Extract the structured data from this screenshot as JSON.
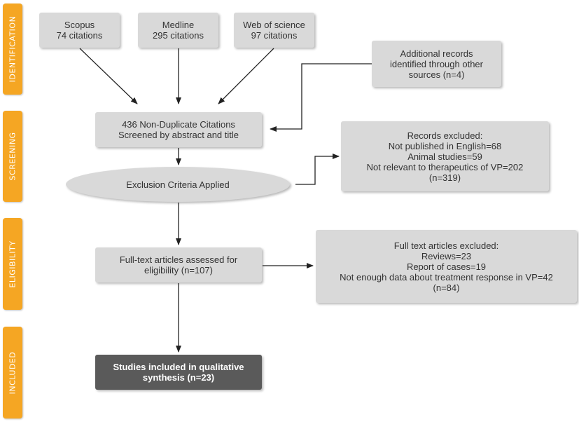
{
  "phases": {
    "identification": "IDENTIFICATION",
    "screening": "SCREENING",
    "eligibility": "ELIGIBILITY",
    "included": "INCLUDED"
  },
  "sources": {
    "scopus": {
      "name": "Scopus",
      "count": "74 citations"
    },
    "medline": {
      "name": "Medline",
      "count": "295 citations"
    },
    "wos": {
      "name": "Web of science",
      "count": "97 citations"
    }
  },
  "additional": {
    "line1": "Additional records",
    "line2": "identified through other",
    "line3": "sources (n=4)"
  },
  "screened": {
    "line1": "436 Non-Duplicate Citations",
    "line2": "Screened by abstract and title"
  },
  "exclusion_oval": "Exclusion Criteria Applied",
  "records_excluded": {
    "title": "Records excluded:",
    "item1": "Not published in English=68",
    "item2": "Animal studies=59",
    "item3": "Not relevant to therapeutics of VP=202",
    "total": "(n=319)"
  },
  "fulltext_assessed": {
    "line1": "Full-text articles assessed for",
    "line2": "eligibility (n=107)"
  },
  "fulltext_excluded": {
    "title": "Full text articles excluded:",
    "item1": "Reviews=23",
    "item2": "Report of cases=19",
    "item3": "Not enough data about treatment response in VP=42",
    "total": "(n=84)"
  },
  "included": {
    "line1": "Studies included in qualitative",
    "line2": "synthesis (n=23)"
  },
  "colors": {
    "phase_tab": "#f5a623",
    "box": "#d9d9d9",
    "included_box": "#5a5a5a",
    "arrow": "#222222"
  }
}
